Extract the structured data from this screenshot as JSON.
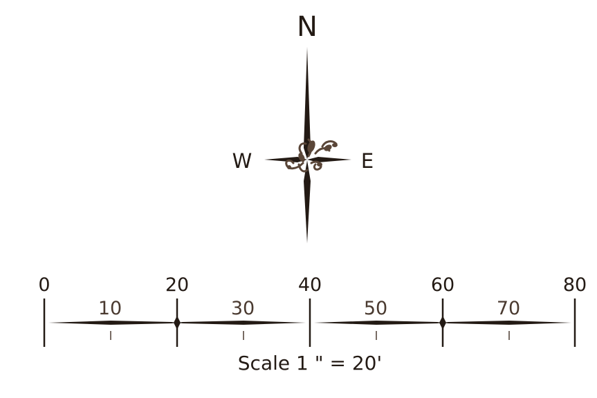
{
  "compass": {
    "north": "N",
    "west": "W",
    "east": "E",
    "ornament": "leaf-flourish"
  },
  "scale_bar": {
    "major_labels": [
      "0",
      "20",
      "40",
      "60",
      "80"
    ],
    "minor_labels": [
      "10",
      "30",
      "50",
      "70"
    ],
    "caption": "Scale 1 \" = 20'"
  },
  "colors": {
    "ink": "#231a14",
    "ornament": "#5a4638"
  }
}
